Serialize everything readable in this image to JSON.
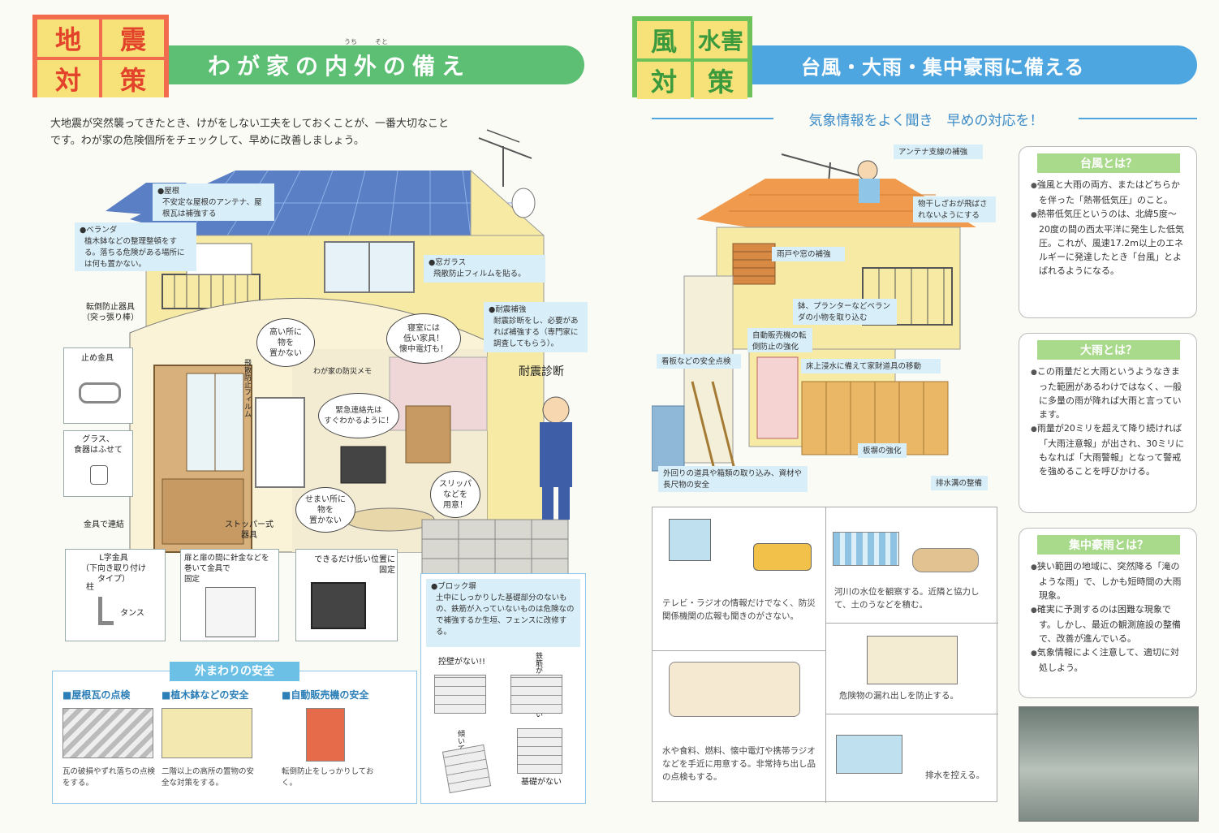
{
  "left": {
    "tag": {
      "chars": [
        "地",
        "震",
        "対",
        "策"
      ]
    },
    "banner": {
      "title": "わが家の内外の備え",
      "ruby_uchi": "うち",
      "ruby_soto": "そと"
    },
    "intro": "大地震が突然襲ってきたとき、けがをしない工夫をしておくことが、一番大切なことです。わが家の危険個所をチェックして、早めに改善しましょう。",
    "notes": {
      "roof": {
        "title": "●屋根",
        "body": "不安定な屋根のアンテナ、屋根瓦は補強する"
      },
      "veranda": {
        "title": "●ベランダ",
        "body": "植木鉢などの整理整頓をする。落ちる危険がある場所には何も置かない。"
      },
      "window": {
        "title": "●窓ガラス",
        "body": "飛散防止フィルムを貼る。"
      },
      "seismic": {
        "title": "●耐震補強",
        "body": "耐震診断をし、必要があれば補強する（専門家に調査してもらう）。"
      },
      "block": {
        "title": "●ブロック塀",
        "body": "土中にしっかりした基礎部分のないもの、鉄筋が入っていないものは危険なので補強するか生垣、フェンスに改修する。"
      }
    },
    "hand": {
      "pole": "転倒防止器具\n（突っ張り棒）",
      "stop": "止め金具",
      "glass": "グラス、\n食器はふせて",
      "joint": "金具で連結",
      "lshape": "L字金具\n（下向き取り付け\nタイプ）",
      "pillar": "柱",
      "tansu": "タンス",
      "door": "扉と扉の間に針金などを\n巻いて金具で\n固定",
      "low": "できるだけ低い位置に\n固定",
      "film": "飛散防止フィルム",
      "stopper": "ストッパー式\n器具",
      "memo": "わが家の防災メモ",
      "diag": "耐震診断"
    },
    "bubbles": {
      "high": "高い所に\n物を\n置かない",
      "bed": "寝室には\n低い家具！\n懐中電灯も！",
      "contact": "緊急連絡先は\nすぐわかるように！",
      "narrow": "せまい所に\n物を\n置かない",
      "slipper": "スリッパ\nなどを\n用意！"
    },
    "outside": {
      "title": "外まわりの安全",
      "items": [
        {
          "head": "■屋根瓦の点検",
          "text": "瓦の破損やずれ落ちの点検をする。"
        },
        {
          "head": "■植木鉢などの安全",
          "text": "二階以上の高所の置物の安全な対策をする。"
        },
        {
          "head": "■自動販売機の安全",
          "text": "転倒防止をしっかりしておく。"
        }
      ]
    },
    "block_hand": {
      "a": "控壁がない!!",
      "b": "鉄筋が入っていない",
      "c": "傾いている",
      "d": "基礎がない"
    }
  },
  "right": {
    "tag": {
      "chars": [
        "風",
        "水害",
        "対",
        "策"
      ]
    },
    "banner": {
      "title": "台風・大雨・集中豪雨に備える"
    },
    "subtitle": "気象情報をよく聞き　早めの対応を！",
    "notes": {
      "antenna": "アンテナ支線の補強",
      "laundry": "物干しざおが飛ばされないようにする",
      "shutter": "雨戸や窓の補強",
      "pots": "鉢、プランターなどベランダの小物を取り込む",
      "vending": "自動販売機の転倒防止の強化",
      "sign": "看板などの安全点検",
      "flood": "床上浸水に備えて家財道具の移動",
      "fence": "板塀の強化",
      "outside": "外回りの道具や箱類の取り込み、資材や長尺物の安全",
      "drain": "排水溝の整備"
    },
    "panels": {
      "tv": "テレビ・ラジオの情報だけでなく、防災関係機関の広報も聞きのがさない。",
      "river": "河川の水位を観察する。近隣と協力して、土のうなどを積む。",
      "supplies": "水や食料、燃料、懐中電灯や携帯ラジオなどを手近に用意する。非常持ち出し品の点検もする。",
      "danger": "危険物の漏れ出しを防止する。",
      "drainage": "排水を控える。"
    },
    "side": {
      "typhoon": {
        "title": "台風とは？",
        "p1": "強風と大雨の両方、またはどちらかを伴った「熱帯低気圧」のこと。",
        "p2": "熱帯低気圧というのは、北緯5度～20度の間の西太平洋に発生した低気圧。これが、風速17.2m以上のエネルギーに発達したとき「台風」とよばれるようになる。"
      },
      "rain": {
        "title": "大雨とは？",
        "p1": "この雨量だと大雨というようなきまった範囲があるわけではなく、一般に多量の雨が降れば大雨と言っています。",
        "p2": "雨量が20ミリを超えて降り続ければ「大雨注意報」が出され、30ミリにもなれば「大雨警報」となって警戒を強めることを呼びかける。"
      },
      "heavy": {
        "title": "集中豪雨とは？",
        "p1": "狭い範囲の地域に、突然降る「滝のような雨」で、しかも短時間の大雨現象。",
        "p2": "確実に予測するのは困難な現象です。しかし、最近の観測施設の整備で、改善が進んでいる。",
        "p3": "気象情報によく注意して、適切に対処しよう。"
      }
    }
  },
  "colors": {
    "eq_tag": "#f26b4f",
    "eq_tag_fill": "#f7e27a",
    "eq_banner": "#5cbf73",
    "fw_tag": "#6ec25a",
    "fw_tag_fill": "#f7e27a",
    "fw_banner": "#4ea6e0",
    "note_bg": "#d8eef8",
    "house_wall": "#f6eaa4",
    "roof_blue": "#5a7fc4",
    "roof_orange": "#ef9a4c"
  }
}
